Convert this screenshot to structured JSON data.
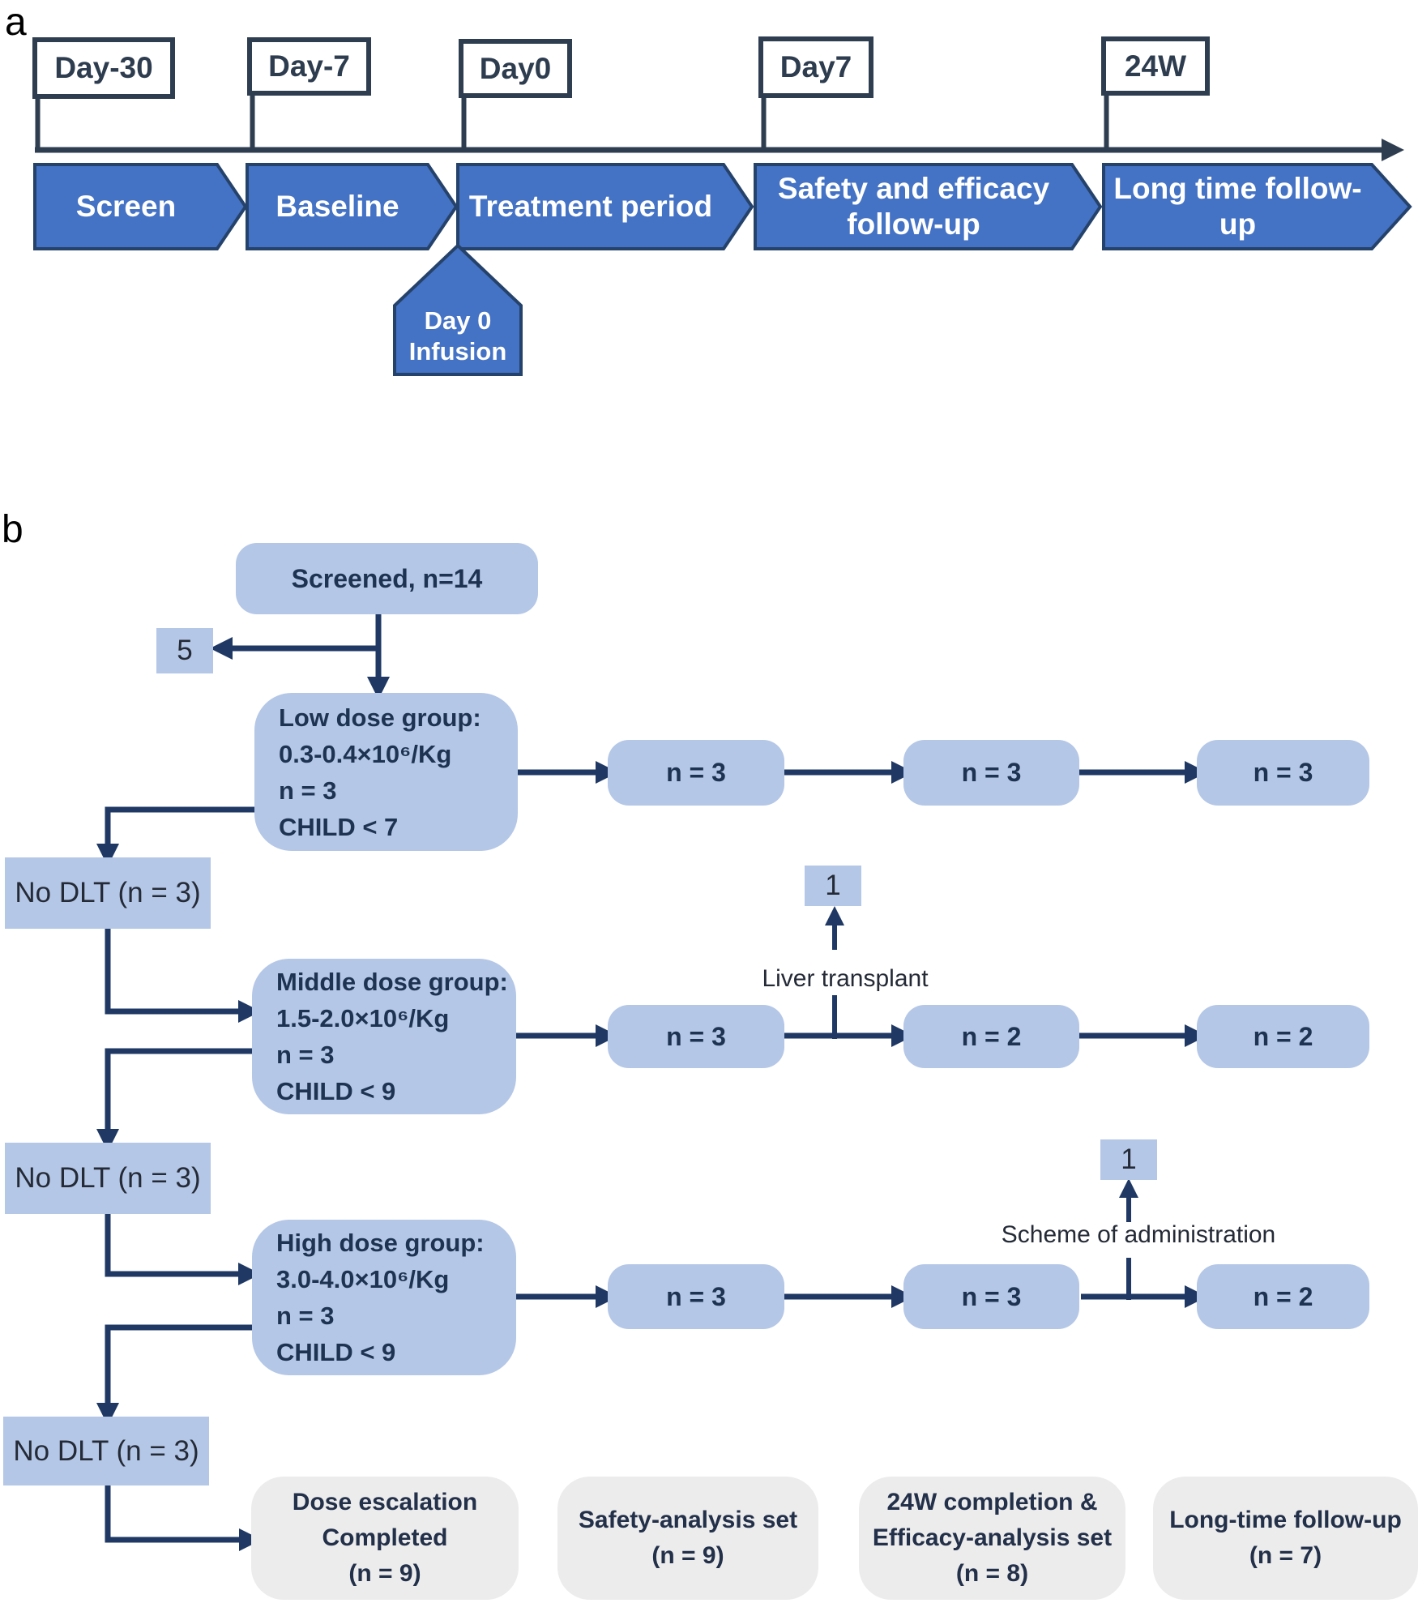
{
  "colors": {
    "light_blue_fill": "#b4c7e7",
    "chevron_fill": "#4472c4",
    "chevron_border": "#25426b",
    "navy_line": "#1f3864",
    "slate_line": "#2e3e50",
    "gray_fill": "#ececec",
    "dark_text": "#1e3252"
  },
  "panel_a": {
    "label": "a",
    "flags": [
      "Day-30",
      "Day-7",
      "Day0",
      "Day7",
      "24W"
    ],
    "phases": [
      {
        "line1": "Screen"
      },
      {
        "line1": "Baseline"
      },
      {
        "line1": "Treatment period"
      },
      {
        "line1": "Safety and efficacy",
        "line2": "follow-up"
      },
      {
        "line1": "Long time follow-",
        "line2": "up"
      }
    ],
    "infusion": {
      "line1": "Day 0",
      "line2": "Infusion"
    }
  },
  "panel_b": {
    "label": "b",
    "screened": "Screened, n=14",
    "screened_excluded": "5",
    "groups": [
      {
        "line1": "Low dose group:",
        "line2": "0.3-0.4×10⁶/Kg",
        "line3": "n = 3",
        "line4": "CHILD < 7"
      },
      {
        "line1": "Middle dose group:",
        "line2": "1.5-2.0×10⁶/Kg",
        "line3": "n = 3",
        "line4": "CHILD < 9"
      },
      {
        "line1": "High dose group:",
        "line2": "3.0-4.0×10⁶/Kg",
        "line3": "n = 3",
        "line4": "CHILD < 9"
      }
    ],
    "no_dlt": [
      "No DLT (n = 3)",
      "No DLT (n = 3)",
      "No DLT (n = 3)"
    ],
    "rows": [
      {
        "boxes": [
          "n = 3",
          "n = 3",
          "n = 3"
        ]
      },
      {
        "boxes": [
          "n = 3",
          "n = 2",
          "n = 2"
        ],
        "dropout": {
          "count": "1",
          "label": "Liver transplant"
        }
      },
      {
        "boxes": [
          "n = 3",
          "n = 3",
          "n = 2"
        ],
        "dropout": {
          "count": "1",
          "label": "Scheme of administration"
        }
      }
    ],
    "outcomes": [
      {
        "line1": "Dose escalation",
        "line2": "Completed",
        "line3": "(n = 9)"
      },
      {
        "line1": "Safety-analysis set",
        "line2": "(n = 9)"
      },
      {
        "line1": "24W completion &",
        "line2": "Efficacy-analysis set",
        "line3": "(n = 8)"
      },
      {
        "line1": "Long-time follow-up",
        "line2": "(n = 7)"
      }
    ]
  }
}
